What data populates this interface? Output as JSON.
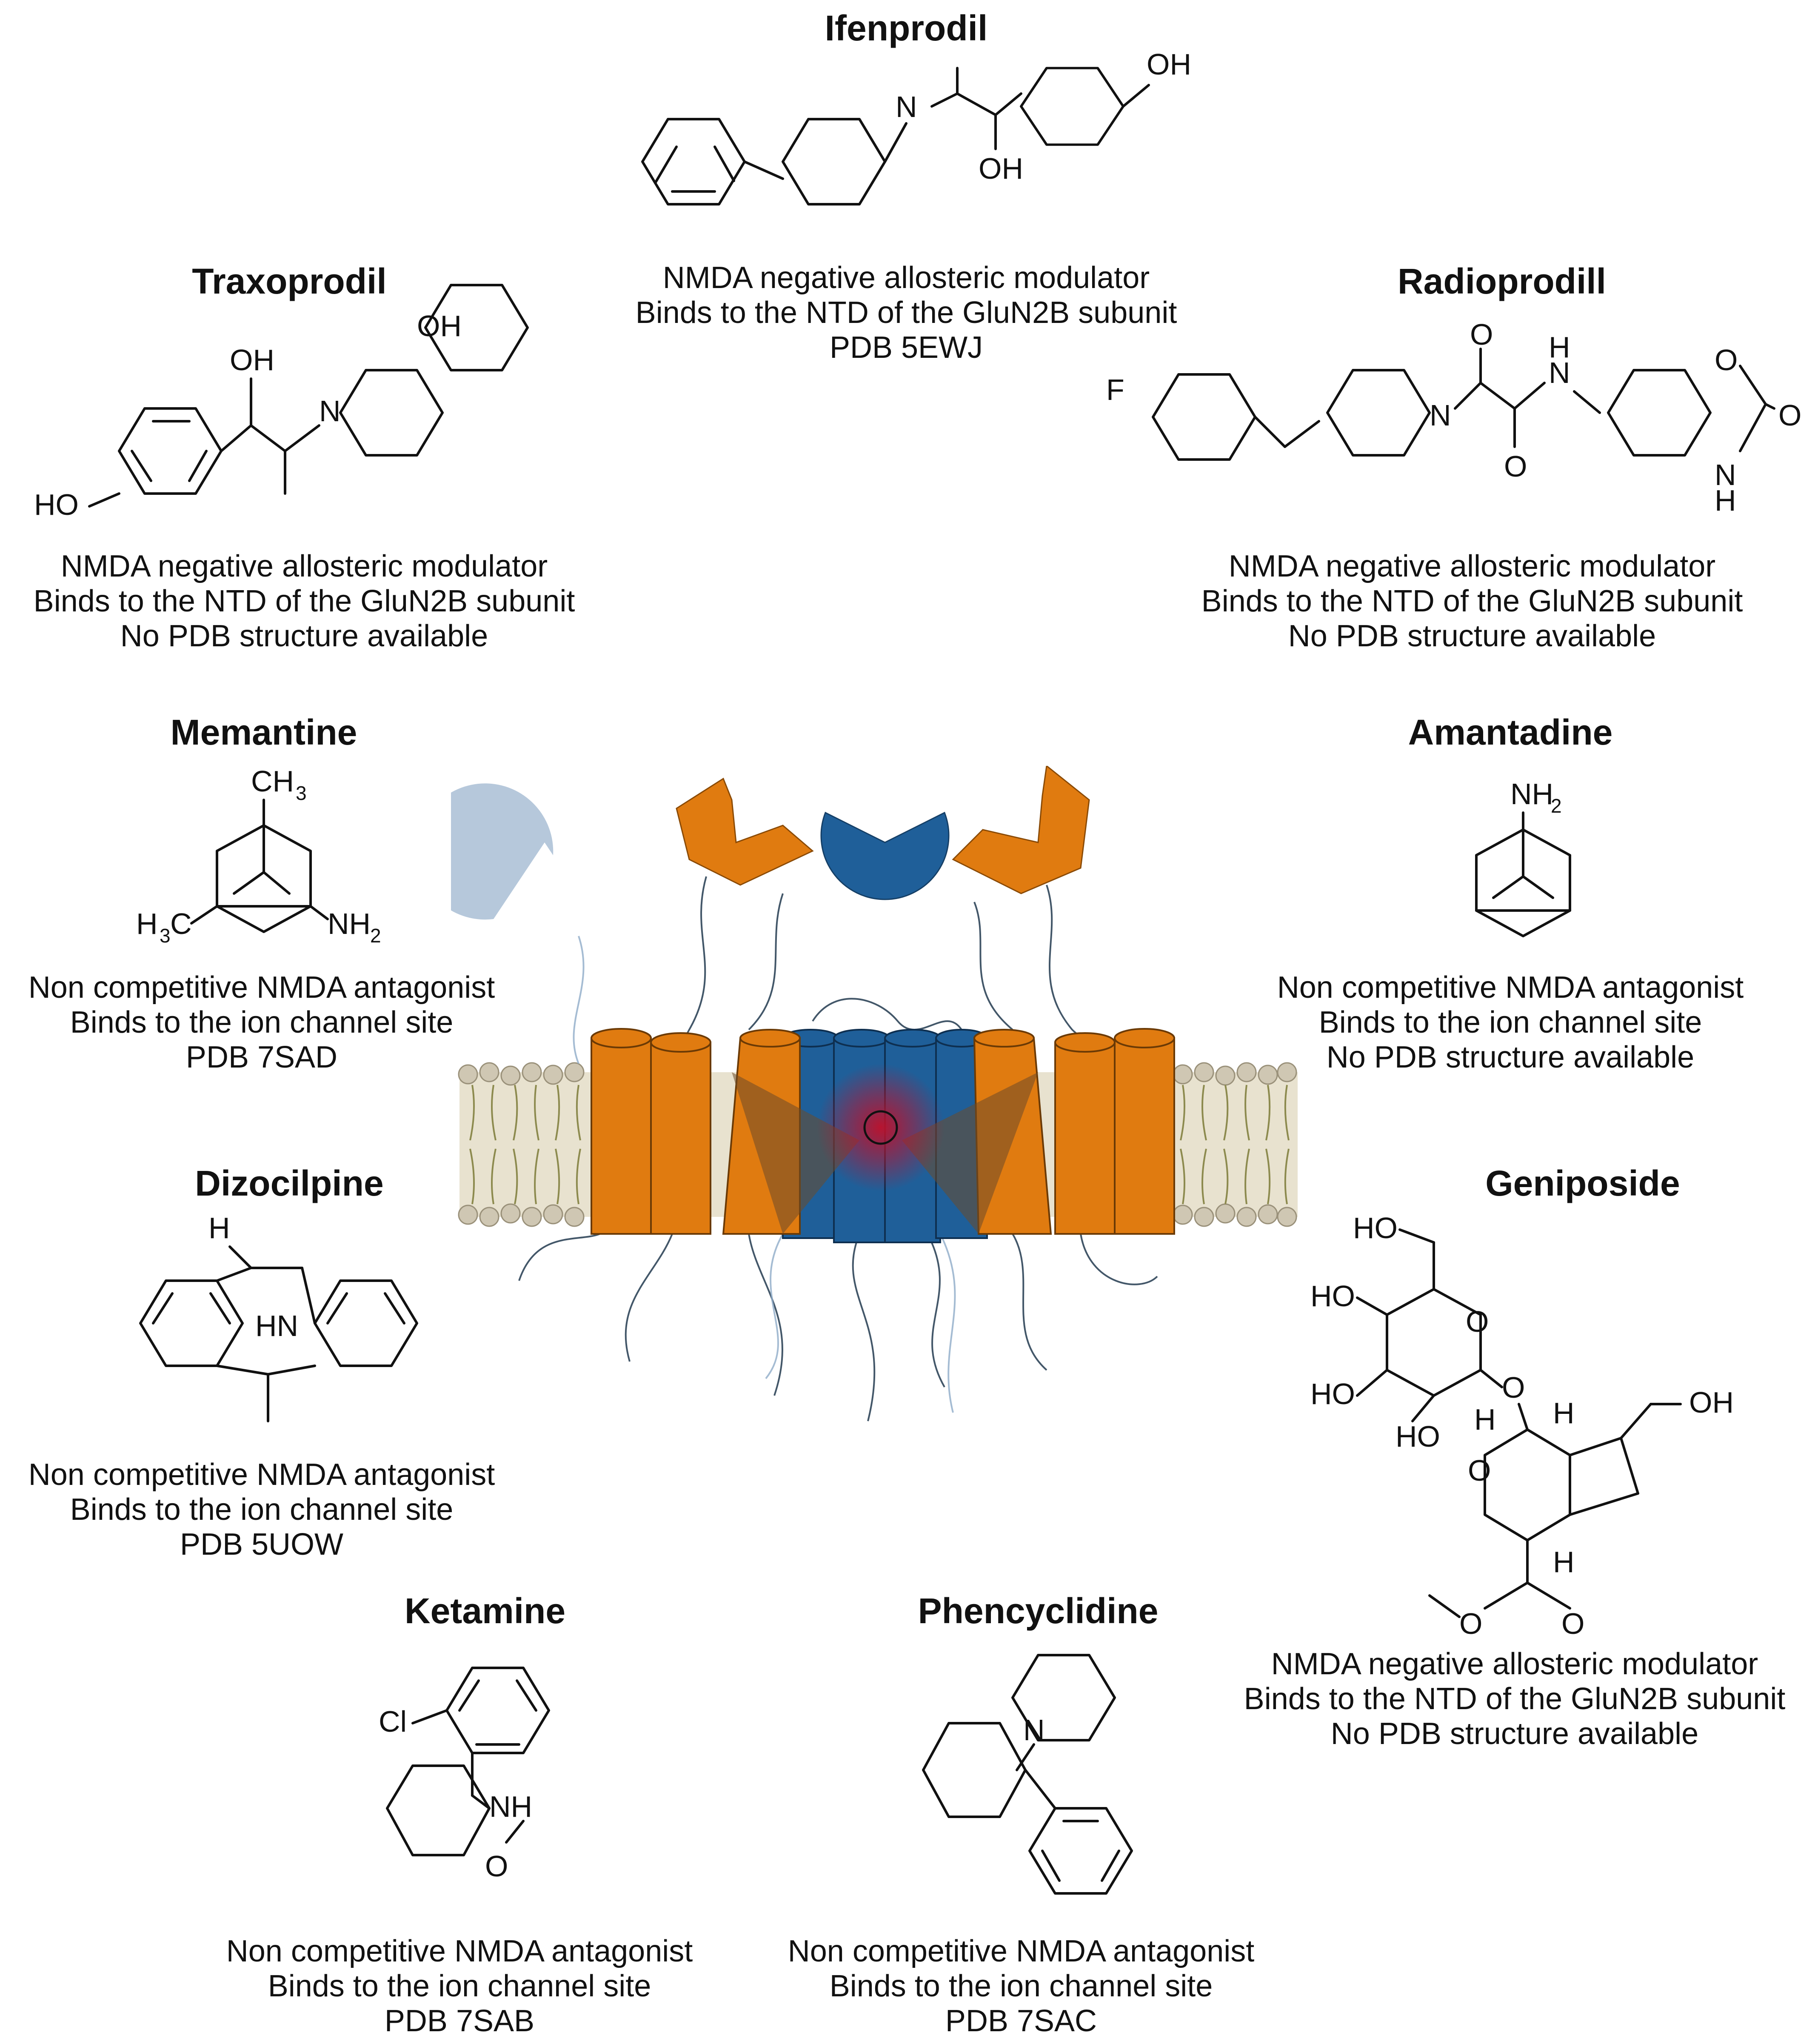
{
  "compounds": [
    {
      "id": "ifenprodil",
      "name": "Ifenprodil",
      "lines": [
        "NMDA negative allosteric modulator",
        "Binds to the NTD of the GluN2B subunit",
        "PDB 5EWJ"
      ],
      "atom_labels": [
        "N",
        "OH",
        "OH"
      ]
    },
    {
      "id": "traxoprodil",
      "name": "Traxoprodil",
      "lines": [
        "NMDA negative allosteric modulator",
        "Binds to the NTD of the GluN2B subunit",
        "No PDB structure available"
      ],
      "atom_labels": [
        "OH",
        "OH",
        "N",
        "HO"
      ]
    },
    {
      "id": "radioprodill",
      "name": "Radioprodill",
      "lines": [
        "NMDA negative allosteric modulator",
        "Binds to the NTD of the GluN2B subunit",
        "No PDB structure available"
      ],
      "atom_labels": [
        "F",
        "N",
        "O",
        "O",
        "H",
        "N",
        "O",
        "O",
        "N",
        "H"
      ]
    },
    {
      "id": "memantine",
      "name": "Memantine",
      "lines": [
        "Non competitive NMDA antagonist",
        "Binds to the ion channel site",
        "PDB 7SAD"
      ],
      "atom_labels": [
        "CH",
        "3",
        "H",
        "3",
        "C",
        "NH",
        "2"
      ]
    },
    {
      "id": "amantadine",
      "name": "Amantadine",
      "lines": [
        "Non competitive NMDA antagonist",
        "Binds to the ion channel site",
        "No PDB structure available"
      ],
      "atom_labels": [
        "NH",
        "2"
      ]
    },
    {
      "id": "dizocilpine",
      "name": "Dizocilpine",
      "lines": [
        "Non competitive NMDA antagonist",
        "Binds to the ion channel site",
        "PDB 5UOW"
      ],
      "atom_labels": [
        "H",
        "HN"
      ]
    },
    {
      "id": "geniposide",
      "name": "Geniposide",
      "lines": [
        "NMDA negative allosteric modulator",
        "Binds to the NTD of the GluN2B subunit",
        "No PDB structure available"
      ],
      "atom_labels": [
        "HO",
        "HO",
        "O",
        "HO",
        "HO",
        "H",
        "O",
        "H",
        "OH",
        "O",
        "H",
        "O",
        "O"
      ]
    },
    {
      "id": "ketamine",
      "name": "Ketamine",
      "lines": [
        "Non competitive NMDA antagonist",
        "Binds to the ion channel site",
        "PDB 7SAB"
      ],
      "atom_labels": [
        "Cl",
        "NH",
        "O"
      ]
    },
    {
      "id": "phencyclidine",
      "name": "Phencyclidine",
      "lines": [
        "Non competitive NMDA antagonist",
        "Binds to the ion channel site",
        "PDB 7SAC"
      ],
      "atom_labels": [
        "N"
      ]
    }
  ],
  "colors": {
    "orange": "#e07b10",
    "blue": "#1f5f99",
    "light_blue": "#8fabc8",
    "membrane": "#cfc7b3",
    "strand": "#223a4f",
    "red_glow": "#c0102a"
  }
}
